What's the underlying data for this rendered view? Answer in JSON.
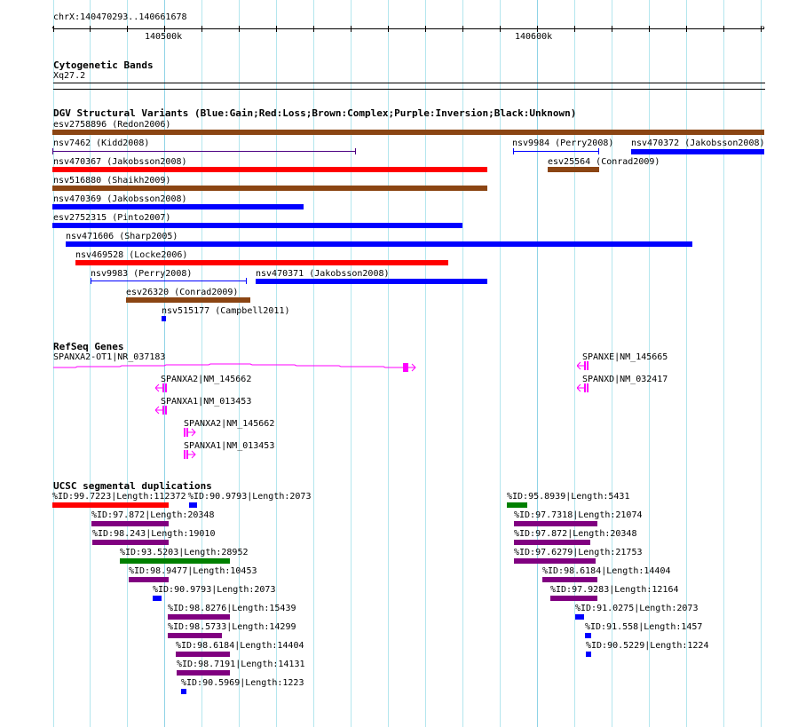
{
  "ruler": {
    "location": "chrX:140470293..140661678",
    "ticks": [
      "140500k",
      "140600k"
    ]
  },
  "cytoband": {
    "title": "Cytogenetic Bands",
    "band": "Xq27.2"
  },
  "dgv": {
    "title": "DGV Structural Variants (Blue:Gain;Red:Loss;Brown:Complex;Purple:Inversion;Black:Unknown)",
    "colors": {
      "gain": "#0000ff",
      "loss": "#ff0000",
      "complex": "#8b4513",
      "inversion": "#4b0082"
    },
    "features": [
      {
        "label": "esv2758896 (Redon2006)",
        "type": "complex"
      },
      {
        "label": "nsv7462 (Kidd2008)",
        "type": "inversion"
      },
      {
        "label": "nsv9984 (Perry2008)",
        "type": "gain"
      },
      {
        "label": "nsv470372 (Jakobsson2008)",
        "type": "gain"
      },
      {
        "label": "nsv470367 (Jakobsson2008)",
        "type": "loss"
      },
      {
        "label": "esv25564 (Conrad2009)",
        "type": "complex"
      },
      {
        "label": "nsv516880 (Shaikh2009)",
        "type": "complex"
      },
      {
        "label": "nsv470369 (Jakobsson2008)",
        "type": "gain"
      },
      {
        "label": "esv2752315 (Pinto2007)",
        "type": "gain"
      },
      {
        "label": "nsv471606 (Sharp2005)",
        "type": "gain"
      },
      {
        "label": "nsv469528 (Locke2006)",
        "type": "loss"
      },
      {
        "label": "nsv9983 (Perry2008)",
        "type": "gain"
      },
      {
        "label": "nsv470371 (Jakobsson2008)",
        "type": "gain"
      },
      {
        "label": "esv26320 (Conrad2009)",
        "type": "complex"
      },
      {
        "label": "nsv515177 (Campbell2011)",
        "type": "gain"
      }
    ]
  },
  "refseq": {
    "title": "RefSeq Genes",
    "color": "#ff00ff",
    "genes": [
      {
        "label": "SPANXA2-OT1|NR_037183",
        "strand": "+"
      },
      {
        "label": "SPANXE|NM_145665",
        "strand": "-"
      },
      {
        "label": "SPANXD|NM_032417",
        "strand": "-"
      },
      {
        "label": "SPANXA2|NM_145662",
        "strand": "-"
      },
      {
        "label": "SPANXA1|NM_013453",
        "strand": "-"
      },
      {
        "label": "SPANXA2|NM_145662",
        "strand": "+"
      },
      {
        "label": "SPANXA1|NM_013453",
        "strand": "+"
      }
    ]
  },
  "segdup": {
    "title": "UCSC segmental duplications",
    "colors": {
      "red": "#ff0000",
      "blue": "#0000ff",
      "purple": "#800080",
      "green": "#008000"
    },
    "features": [
      {
        "label": "%ID:99.7223|Length:112372",
        "color": "red"
      },
      {
        "label": "%ID:90.9793|Length:2073",
        "color": "blue"
      },
      {
        "label": "%ID:97.872|Length:20348",
        "color": "purple"
      },
      {
        "label": "%ID:98.243|Length:19010",
        "color": "purple"
      },
      {
        "label": "%ID:93.5203|Length:28952",
        "color": "green"
      },
      {
        "label": "%ID:98.9477|Length:10453",
        "color": "purple"
      },
      {
        "label": "%ID:90.9793|Length:2073",
        "color": "blue"
      },
      {
        "label": "%ID:98.8276|Length:15439",
        "color": "purple"
      },
      {
        "label": "%ID:98.5733|Length:14299",
        "color": "purple"
      },
      {
        "label": "%ID:98.6184|Length:14404",
        "color": "purple"
      },
      {
        "label": "%ID:98.7191|Length:14131",
        "color": "purple"
      },
      {
        "label": "%ID:90.5969|Length:1223",
        "color": "blue"
      },
      {
        "label": "%ID:95.8939|Length:5431",
        "color": "green"
      },
      {
        "label": "%ID:97.7318|Length:21074",
        "color": "purple"
      },
      {
        "label": "%ID:97.872|Length:20348",
        "color": "purple"
      },
      {
        "label": "%ID:97.6279|Length:21753",
        "color": "purple"
      },
      {
        "label": "%ID:98.6184|Length:14404",
        "color": "purple"
      },
      {
        "label": "%ID:97.9283|Length:12164",
        "color": "purple"
      },
      {
        "label": "%ID:91.0275|Length:2073",
        "color": "blue"
      },
      {
        "label": "%ID:91.558|Length:1457",
        "color": "blue"
      },
      {
        "label": "%ID:90.5229|Length:1224",
        "color": "blue"
      }
    ]
  }
}
